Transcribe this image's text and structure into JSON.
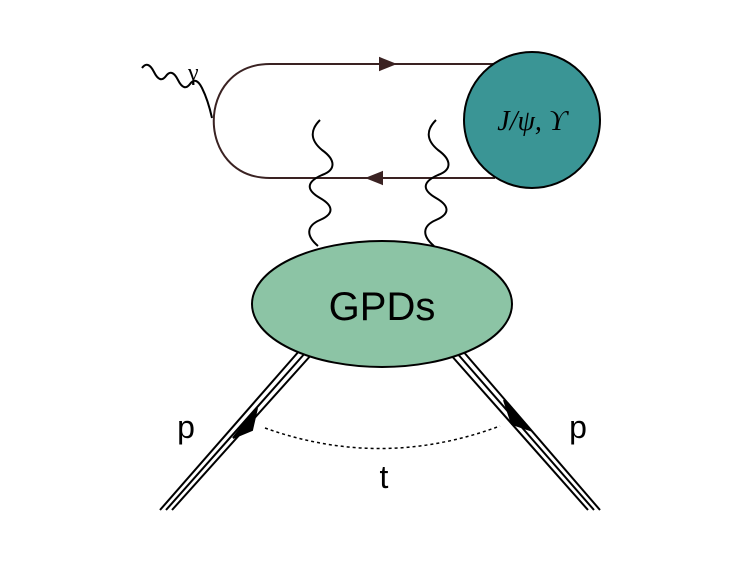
{
  "labels": {
    "photon": "γ",
    "meson": "J/ψ, ϒ",
    "gpd": "GPDs",
    "proton_in": "p",
    "proton_out": "p",
    "momentum_transfer": "t"
  },
  "colors": {
    "quark_line": "#3a2222",
    "meson_fill": "#3a9595",
    "gpd_fill": "#8cc4a5",
    "outline": "#000000"
  },
  "icons": {
    "photon": "wavy-line",
    "gluons": "curly-line",
    "protons": "triple-line-with-arrow"
  }
}
